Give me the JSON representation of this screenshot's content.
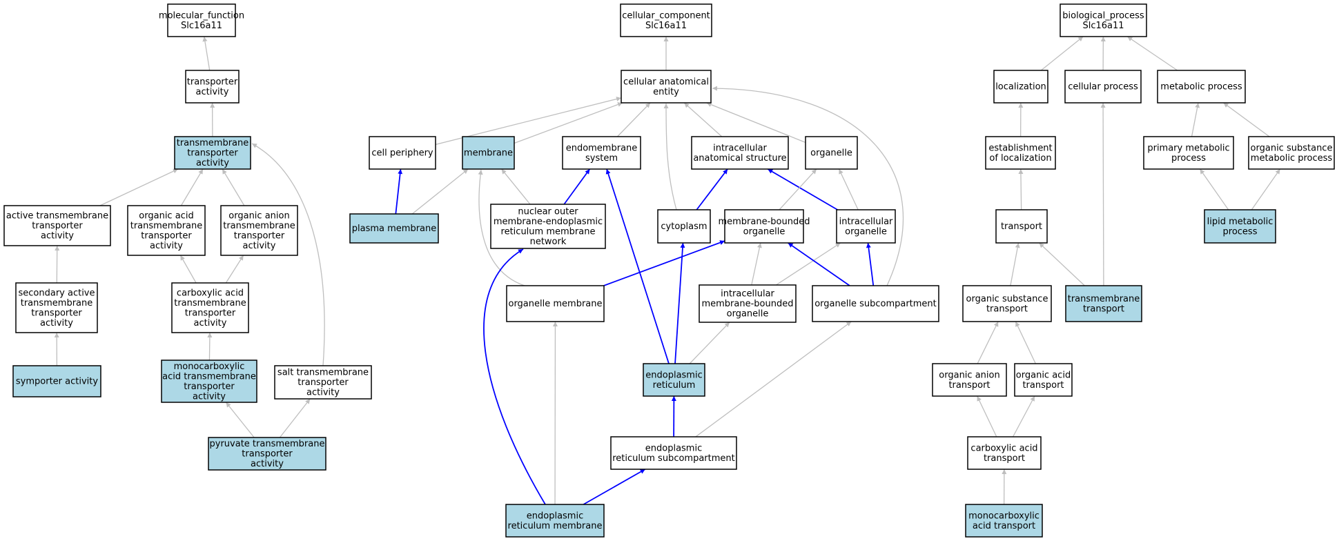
{
  "colors": {
    "highlight_fill": "#add8e6",
    "plain_fill": "#ffffff",
    "edge_gray": "#bebebe",
    "edge_blue": "#0000ff"
  },
  "nodes": [
    {
      "id": "mf_root",
      "lines": [
        "molecular_function",
        "Slc16a11"
      ],
      "highlight": false
    },
    {
      "id": "transporter_activity",
      "lines": [
        "transporter",
        "activity"
      ],
      "highlight": false
    },
    {
      "id": "transmembrane_transporter_activity",
      "lines": [
        "transmembrane",
        "transporter",
        "activity"
      ],
      "highlight": true
    },
    {
      "id": "active_transmembrane_transporter_activity",
      "lines": [
        "active transmembrane",
        "transporter",
        "activity"
      ],
      "highlight": false
    },
    {
      "id": "organic_acid_transmembrane_transporter_activity",
      "lines": [
        "organic acid",
        "transmembrane",
        "transporter",
        "activity"
      ],
      "highlight": false
    },
    {
      "id": "organic_anion_transmembrane_transporter_activity",
      "lines": [
        "organic anion",
        "transmembrane",
        "transporter",
        "activity"
      ],
      "highlight": false
    },
    {
      "id": "secondary_active_transmembrane_transporter_activity",
      "lines": [
        "secondary active",
        "transmembrane",
        "transporter",
        "activity"
      ],
      "highlight": false
    },
    {
      "id": "carboxylic_acid_transmembrane_transporter_activity",
      "lines": [
        "carboxylic acid",
        "transmembrane",
        "transporter",
        "activity"
      ],
      "highlight": false
    },
    {
      "id": "symporter_activity",
      "lines": [
        "symporter activity"
      ],
      "highlight": true
    },
    {
      "id": "monocarboxylic_acid_transmembrane_transporter_activity",
      "lines": [
        "monocarboxylic",
        "acid transmembrane",
        "transporter",
        "activity"
      ],
      "highlight": true
    },
    {
      "id": "salt_transmembrane_transporter_activity",
      "lines": [
        "salt transmembrane",
        "transporter",
        "activity"
      ],
      "highlight": false
    },
    {
      "id": "pyruvate_transmembrane_transporter_activity",
      "lines": [
        "pyruvate transmembrane",
        "transporter",
        "activity"
      ],
      "highlight": true
    },
    {
      "id": "cc_root",
      "lines": [
        "cellular_component",
        "Slc16a11"
      ],
      "highlight": false
    },
    {
      "id": "cellular_anatomical_entity",
      "lines": [
        "cellular anatomical",
        "entity"
      ],
      "highlight": false
    },
    {
      "id": "cell_periphery",
      "lines": [
        "cell periphery"
      ],
      "highlight": false
    },
    {
      "id": "membrane",
      "lines": [
        "membrane"
      ],
      "highlight": true
    },
    {
      "id": "endomembrane_system",
      "lines": [
        "endomembrane",
        "system"
      ],
      "highlight": false
    },
    {
      "id": "intracellular_anatomical_structure",
      "lines": [
        "intracellular",
        "anatomical structure"
      ],
      "highlight": false
    },
    {
      "id": "organelle",
      "lines": [
        "organelle"
      ],
      "highlight": false
    },
    {
      "id": "plasma_membrane",
      "lines": [
        "plasma membrane"
      ],
      "highlight": true
    },
    {
      "id": "nuclear_outer_membrane_er_network",
      "lines": [
        "nuclear outer",
        "membrane-endoplasmic",
        "reticulum membrane",
        "network"
      ],
      "highlight": false
    },
    {
      "id": "cytoplasm",
      "lines": [
        "cytoplasm"
      ],
      "highlight": false
    },
    {
      "id": "membrane_bounded_organelle",
      "lines": [
        "membrane-bounded",
        "organelle"
      ],
      "highlight": false
    },
    {
      "id": "intracellular_organelle",
      "lines": [
        "intracellular",
        "organelle"
      ],
      "highlight": false
    },
    {
      "id": "organelle_membrane",
      "lines": [
        "organelle membrane"
      ],
      "highlight": false
    },
    {
      "id": "intracellular_membrane_bounded_organelle",
      "lines": [
        "intracellular",
        "membrane-bounded",
        "organelle"
      ],
      "highlight": false
    },
    {
      "id": "organelle_subcompartment",
      "lines": [
        "organelle subcompartment"
      ],
      "highlight": false
    },
    {
      "id": "endoplasmic_reticulum",
      "lines": [
        "endoplasmic",
        "reticulum"
      ],
      "highlight": true
    },
    {
      "id": "er_subcompartment",
      "lines": [
        "endoplasmic",
        "reticulum subcompartment"
      ],
      "highlight": false
    },
    {
      "id": "er_membrane",
      "lines": [
        "endoplasmic",
        "reticulum membrane"
      ],
      "highlight": true
    },
    {
      "id": "bp_root",
      "lines": [
        "biological_process",
        "Slc16a11"
      ],
      "highlight": false
    },
    {
      "id": "localization",
      "lines": [
        "localization"
      ],
      "highlight": false
    },
    {
      "id": "cellular_process",
      "lines": [
        "cellular process"
      ],
      "highlight": false
    },
    {
      "id": "metabolic_process",
      "lines": [
        "metabolic process"
      ],
      "highlight": false
    },
    {
      "id": "establishment_of_localization",
      "lines": [
        "establishment",
        "of localization"
      ],
      "highlight": false
    },
    {
      "id": "primary_metabolic_process",
      "lines": [
        "primary metabolic",
        "process"
      ],
      "highlight": false
    },
    {
      "id": "organic_substance_metabolic_process",
      "lines": [
        "organic substance",
        "metabolic process"
      ],
      "highlight": false
    },
    {
      "id": "transport",
      "lines": [
        "transport"
      ],
      "highlight": false
    },
    {
      "id": "lipid_metabolic_process",
      "lines": [
        "lipid metabolic",
        "process"
      ],
      "highlight": true
    },
    {
      "id": "organic_substance_transport",
      "lines": [
        "organic substance",
        "transport"
      ],
      "highlight": false
    },
    {
      "id": "transmembrane_transport",
      "lines": [
        "transmembrane",
        "transport"
      ],
      "highlight": true
    },
    {
      "id": "organic_anion_transport",
      "lines": [
        "organic anion",
        "transport"
      ],
      "highlight": false
    },
    {
      "id": "organic_acid_transport",
      "lines": [
        "organic acid",
        "transport"
      ],
      "highlight": false
    },
    {
      "id": "carboxylic_acid_transport",
      "lines": [
        "carboxylic acid",
        "transport"
      ],
      "highlight": false
    },
    {
      "id": "monocarboxylic_acid_transport",
      "lines": [
        "monocarboxylic",
        "acid transport"
      ],
      "highlight": true
    }
  ],
  "edges": [
    {
      "from": "transporter_activity",
      "to": "mf_root",
      "type": "gray"
    },
    {
      "from": "transmembrane_transporter_activity",
      "to": "transporter_activity",
      "type": "gray"
    },
    {
      "from": "active_transmembrane_transporter_activity",
      "to": "transmembrane_transporter_activity",
      "type": "gray"
    },
    {
      "from": "organic_acid_transmembrane_transporter_activity",
      "to": "transmembrane_transporter_activity",
      "type": "gray"
    },
    {
      "from": "organic_anion_transmembrane_transporter_activity",
      "to": "transmembrane_transporter_activity",
      "type": "gray"
    },
    {
      "from": "salt_transmembrane_transporter_activity",
      "to": "transmembrane_transporter_activity",
      "type": "gray"
    },
    {
      "from": "secondary_active_transmembrane_transporter_activity",
      "to": "active_transmembrane_transporter_activity",
      "type": "gray"
    },
    {
      "from": "carboxylic_acid_transmembrane_transporter_activity",
      "to": "organic_acid_transmembrane_transporter_activity",
      "type": "gray"
    },
    {
      "from": "carboxylic_acid_transmembrane_transporter_activity",
      "to": "organic_anion_transmembrane_transporter_activity",
      "type": "gray"
    },
    {
      "from": "symporter_activity",
      "to": "secondary_active_transmembrane_transporter_activity",
      "type": "gray"
    },
    {
      "from": "monocarboxylic_acid_transmembrane_transporter_activity",
      "to": "carboxylic_acid_transmembrane_transporter_activity",
      "type": "gray"
    },
    {
      "from": "pyruvate_transmembrane_transporter_activity",
      "to": "monocarboxylic_acid_transmembrane_transporter_activity",
      "type": "gray"
    },
    {
      "from": "pyruvate_transmembrane_transporter_activity",
      "to": "salt_transmembrane_transporter_activity",
      "type": "gray"
    },
    {
      "from": "cellular_anatomical_entity",
      "to": "cc_root",
      "type": "gray"
    },
    {
      "from": "cell_periphery",
      "to": "cellular_anatomical_entity",
      "type": "gray"
    },
    {
      "from": "membrane",
      "to": "cellular_anatomical_entity",
      "type": "gray"
    },
    {
      "from": "endomembrane_system",
      "to": "cellular_anatomical_entity",
      "type": "gray"
    },
    {
      "from": "intracellular_anatomical_structure",
      "to": "cellular_anatomical_entity",
      "type": "gray"
    },
    {
      "from": "organelle",
      "to": "cellular_anatomical_entity",
      "type": "gray"
    },
    {
      "from": "cytoplasm",
      "to": "cellular_anatomical_entity",
      "type": "gray"
    },
    {
      "from": "organelle_subcompartment",
      "to": "cellular_anatomical_entity",
      "type": "gray"
    },
    {
      "from": "plasma_membrane",
      "to": "cell_periphery",
      "type": "blue"
    },
    {
      "from": "plasma_membrane",
      "to": "membrane",
      "type": "gray"
    },
    {
      "from": "nuclear_outer_membrane_er_network",
      "to": "membrane",
      "type": "gray"
    },
    {
      "from": "nuclear_outer_membrane_er_network",
      "to": "endomembrane_system",
      "type": "blue"
    },
    {
      "from": "organelle_membrane",
      "to": "membrane",
      "type": "gray"
    },
    {
      "from": "cytoplasm",
      "to": "intracellular_anatomical_structure",
      "type": "blue"
    },
    {
      "from": "intracellular_organelle",
      "to": "intracellular_anatomical_structure",
      "type": "blue"
    },
    {
      "from": "membrane_bounded_organelle",
      "to": "organelle",
      "type": "gray"
    },
    {
      "from": "intracellular_organelle",
      "to": "organelle",
      "type": "gray"
    },
    {
      "from": "organelle_membrane",
      "to": "membrane_bounded_organelle",
      "type": "blue"
    },
    {
      "from": "intracellular_membrane_bounded_organelle",
      "to": "membrane_bounded_organelle",
      "type": "gray"
    },
    {
      "from": "intracellular_membrane_bounded_organelle",
      "to": "intracellular_organelle",
      "type": "gray"
    },
    {
      "from": "organelle_subcompartment",
      "to": "membrane_bounded_organelle",
      "type": "blue"
    },
    {
      "from": "organelle_subcompartment",
      "to": "intracellular_organelle",
      "type": "blue"
    },
    {
      "from": "endoplasmic_reticulum",
      "to": "endomembrane_system",
      "type": "blue"
    },
    {
      "from": "endoplasmic_reticulum",
      "to": "cytoplasm",
      "type": "blue"
    },
    {
      "from": "endoplasmic_reticulum",
      "to": "intracellular_membrane_bounded_organelle",
      "type": "gray"
    },
    {
      "from": "er_subcompartment",
      "to": "endoplasmic_reticulum",
      "type": "blue"
    },
    {
      "from": "er_subcompartment",
      "to": "organelle_subcompartment",
      "type": "gray"
    },
    {
      "from": "er_membrane",
      "to": "nuclear_outer_membrane_er_network",
      "type": "blue"
    },
    {
      "from": "er_membrane",
      "to": "organelle_membrane",
      "type": "gray"
    },
    {
      "from": "er_membrane",
      "to": "er_subcompartment",
      "type": "blue"
    },
    {
      "from": "localization",
      "to": "bp_root",
      "type": "gray"
    },
    {
      "from": "cellular_process",
      "to": "bp_root",
      "type": "gray"
    },
    {
      "from": "metabolic_process",
      "to": "bp_root",
      "type": "gray"
    },
    {
      "from": "establishment_of_localization",
      "to": "localization",
      "type": "gray"
    },
    {
      "from": "primary_metabolic_process",
      "to": "metabolic_process",
      "type": "gray"
    },
    {
      "from": "organic_substance_metabolic_process",
      "to": "metabolic_process",
      "type": "gray"
    },
    {
      "from": "transport",
      "to": "establishment_of_localization",
      "type": "gray"
    },
    {
      "from": "lipid_metabolic_process",
      "to": "primary_metabolic_process",
      "type": "gray"
    },
    {
      "from": "lipid_metabolic_process",
      "to": "organic_substance_metabolic_process",
      "type": "gray"
    },
    {
      "from": "organic_substance_transport",
      "to": "transport",
      "type": "gray"
    },
    {
      "from": "transmembrane_transport",
      "to": "transport",
      "type": "gray"
    },
    {
      "from": "transmembrane_transport",
      "to": "cellular_process",
      "type": "gray"
    },
    {
      "from": "organic_anion_transport",
      "to": "organic_substance_transport",
      "type": "gray"
    },
    {
      "from": "organic_acid_transport",
      "to": "organic_substance_transport",
      "type": "gray"
    },
    {
      "from": "carboxylic_acid_transport",
      "to": "organic_anion_transport",
      "type": "gray"
    },
    {
      "from": "carboxylic_acid_transport",
      "to": "organic_acid_transport",
      "type": "gray"
    },
    {
      "from": "monocarboxylic_acid_transport",
      "to": "carboxylic_acid_transport",
      "type": "gray"
    }
  ]
}
